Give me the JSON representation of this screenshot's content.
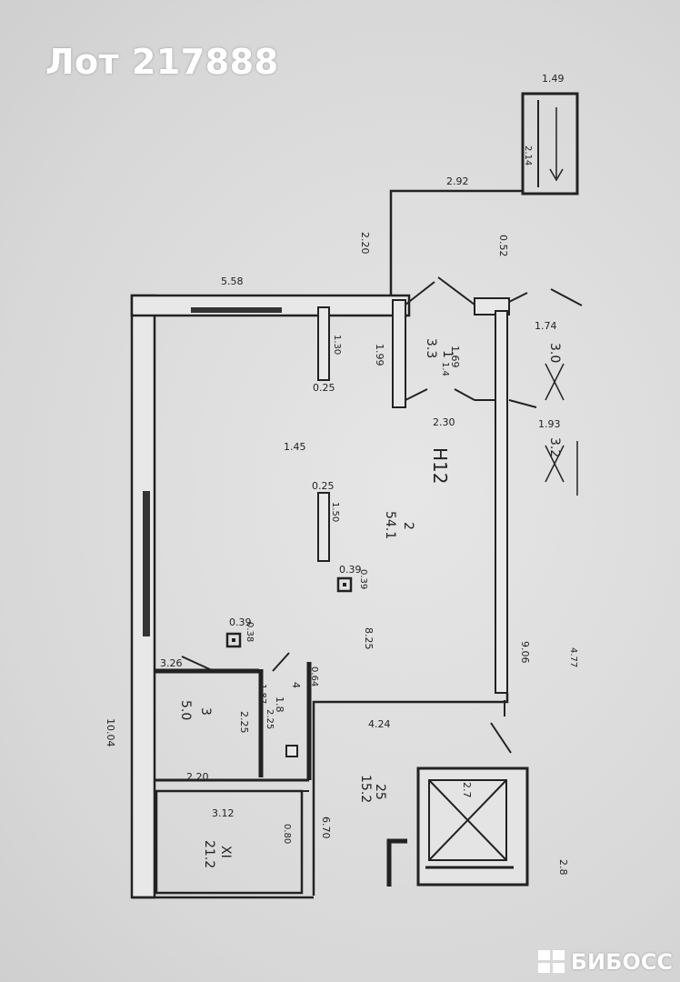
{
  "lot_title": "Лот 217888",
  "watermark": {
    "brand": "БИБОСС"
  },
  "colors": {
    "ink": "#222222",
    "paper": "#dcdcdc",
    "title": "#ffffff"
  },
  "plan": {
    "dimensions": {
      "d_1_49": "1.49",
      "d_2_14": "2.14",
      "d_2_92": "2.92",
      "d_2_20_top": "2.20",
      "d_0_52": "0.52",
      "d_5_58": "5.58",
      "d_1_30": "1.30",
      "d_0_25_a": "0.25",
      "d_1_99": "1.99",
      "d_1_69": "1.69",
      "d_1_74": "1.74",
      "d_2_30": "2.30",
      "d_1_93": "1.93",
      "d_1_45": "1.45",
      "d_0_25_b": "0.25",
      "d_1_50": "1.50",
      "d_0_39_a": "0.39",
      "d_0_39_a2": "0.39",
      "d_0_39_b": "0.39",
      "d_0_38_b": "0.38",
      "d_8_25": "8.25",
      "d_9_06": "9.06",
      "d_3_26": "3.26",
      "d_0_64": "0.64",
      "d_2_25_a": "2.25",
      "d_2_25_b": "2.25",
      "d_4_24": "4.24",
      "d_10_04": "10.04",
      "d_2_20_bot": "2.20",
      "d_3_12": "3.12",
      "d_0_80": "0.80",
      "d_6_70": "6.70",
      "d_1_87": "1.87",
      "d_4_77": "4.77"
    },
    "rooms": {
      "main_label": "Н12",
      "main_num": "2",
      "main_area": "54.1",
      "r1_num": "1",
      "r1_area": "3.3",
      "r1_extra": "1.4",
      "r3_num": "3",
      "r3_area": "5.0",
      "r4_num": "4",
      "r4_area": "1.8",
      "rxi_num": "XI",
      "rxi_area": "21.2",
      "r25_num": "25",
      "r25_area": "15.2",
      "rr_top_area": "3.0",
      "rr_mid_area": "3.2",
      "r_small": "2.7",
      "r_far": "2.8"
    }
  }
}
